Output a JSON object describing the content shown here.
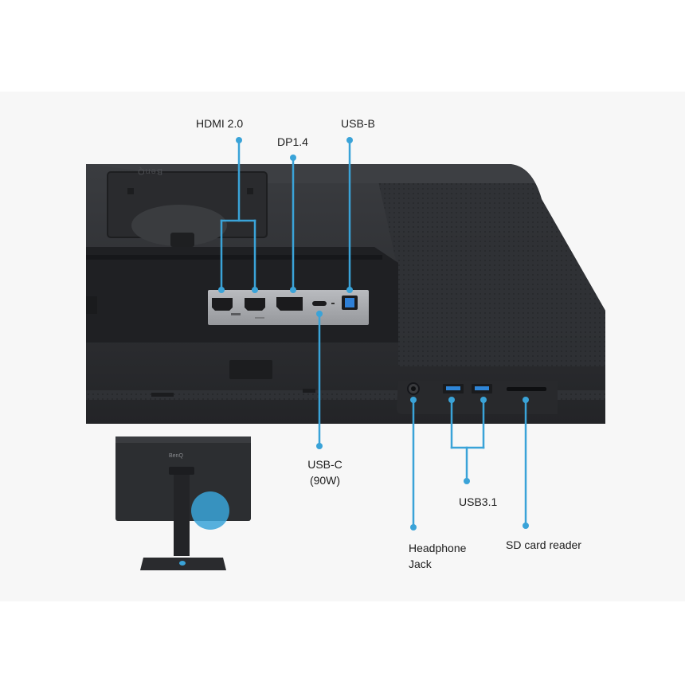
{
  "product": {
    "brand_top": "BenQ",
    "brand_inset": "BenQ"
  },
  "colors": {
    "accent": "#3aa3d8",
    "monitor_body": "#2b2d30",
    "port_panel": "#a7a9ad",
    "background": "#ffffff"
  },
  "callouts": {
    "hdmi": "HDMI 2.0",
    "dp": "DP1.4",
    "usb_b": "USB-B",
    "usb_c_line1": "USB-C",
    "usb_c_line2": "(90W)",
    "usb31": "USB3.1",
    "headphone_line1": "Headphone",
    "headphone_line2": "Jack",
    "sd_card": "SD card reader"
  }
}
